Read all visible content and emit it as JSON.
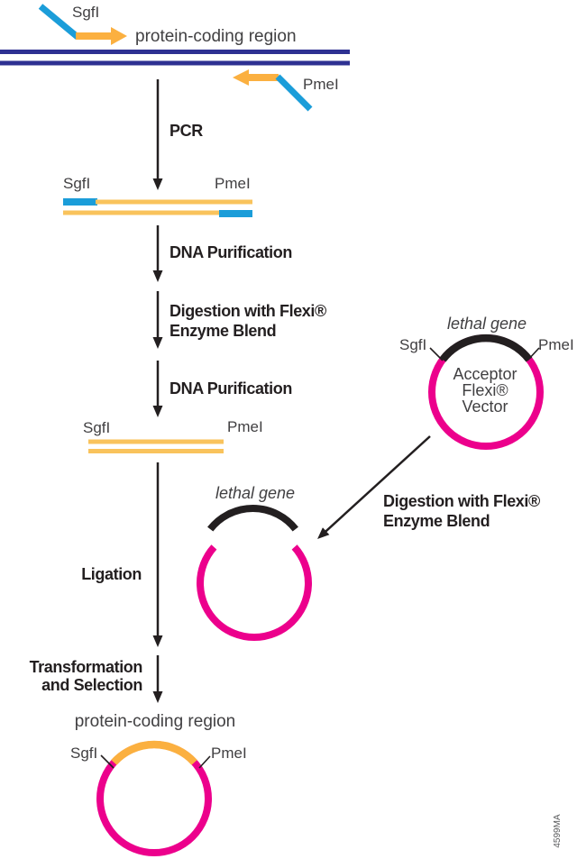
{
  "figure": {
    "id": "4599MA"
  },
  "colors": {
    "magenta": "#EC008C",
    "primer_blue": "#1B9DD9",
    "insert_yellow": "#FBB040",
    "insert_yellow_light": "#F9C35C",
    "dna_navy": "#2E3192",
    "arrow_black": "#231F20",
    "label_gray": "#414042"
  },
  "template": {
    "forward_primer_site": "SgfI",
    "coding_region_label": "protein-coding region",
    "reverse_primer_site": "PmeI"
  },
  "steps": {
    "pcr": "PCR",
    "purify1": "DNA Purification",
    "digest_l1": "Digestion with Flexi®",
    "digest_l2": "Enzyme Blend",
    "purify2": "DNA Purification",
    "ligation": "Ligation",
    "transform_l1": "Transformation",
    "transform_l2": "and Selection"
  },
  "pcr_product": {
    "sgfi": "SgfI",
    "pmei": "PmeI"
  },
  "digested_insert": {
    "sgfi": "SgfI",
    "pmei": "PmeI"
  },
  "acceptor_vector": {
    "lethal_gene": "lethal gene",
    "sgfi": "SgfI",
    "pmei": "PmeI",
    "name_l1": "Acceptor",
    "name_l2": "Flexi®",
    "name_l3": "Vector",
    "digest_l1": "Digestion with Flexi®",
    "digest_l2": "Enzyme Blend"
  },
  "digested_vector": {
    "lethal_gene": "lethal gene"
  },
  "final_plasmid": {
    "coding_region_label": "protein-coding region",
    "sgfi": "SgfI",
    "pmei": "PmeI"
  }
}
